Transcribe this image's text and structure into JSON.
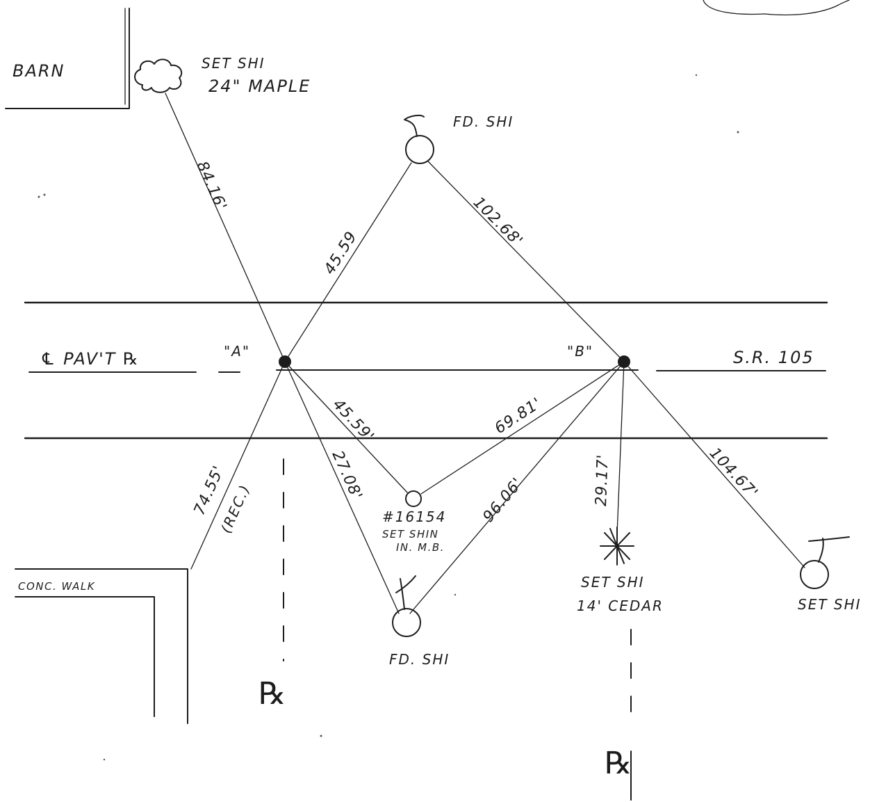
{
  "labels": {
    "barn": "BARN",
    "maple_line1": "SET SHI",
    "maple_line2": "24\" MAPLE",
    "fd_shi_top": "FD. SHI",
    "pavement": "℄ PAV'T ℞",
    "point_a": "\"A\"",
    "point_b": "\"B\"",
    "route": "S.R. 105",
    "monument_line1": "#16154",
    "monument_line2": "SET SHIN",
    "monument_line3": "IN. M.B.",
    "conc_walk": "CONC. WALK",
    "fd_shi_bottom": "FD. SHI",
    "cedar_line1": "SET SHI",
    "cedar_line2": "14' CEDAR",
    "set_shi_right": "SET SHI",
    "rec": "(REC.)"
  },
  "measurements": {
    "a_to_maple": "84.16'",
    "a_to_fd_top": "45.59",
    "b_to_fd_top": "102.68'",
    "a_to_monument": "45.59'",
    "b_to_monument": "69.81'",
    "a_to_fd_bottom": "27.08'",
    "b_to_fd_bottom": "96.06'",
    "b_to_cedar": "29.17'",
    "b_to_set_shi_right": "104.67'",
    "a_to_walk_corner": "74.55'"
  },
  "symbols": {
    "property_line": "℞"
  }
}
